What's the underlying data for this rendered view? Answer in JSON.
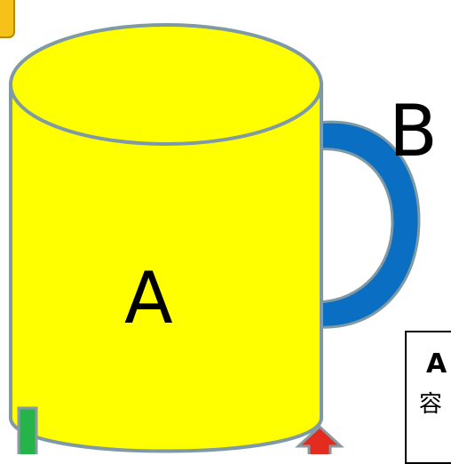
{
  "labels": {
    "cup": "A",
    "handle": "B"
  },
  "note": {
    "title": "A",
    "text": "容"
  },
  "colors": {
    "cup_body": "#ffff00",
    "cup_outline": "#7f9aa4",
    "handle": "#0a6fc2",
    "corner_box": "#f6c21a",
    "down_arrow": "#25b34a",
    "up_arrow": "#e32b1f",
    "arrow_outline": "#8a9aa2"
  },
  "icons": {
    "down_arrow": "down-arrow-icon",
    "up_arrow": "up-arrow-icon"
  }
}
